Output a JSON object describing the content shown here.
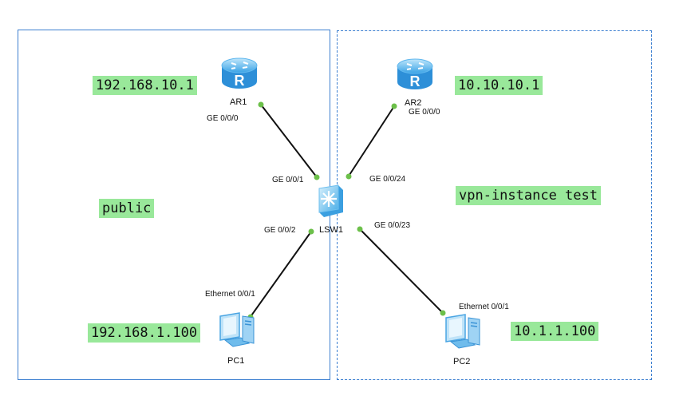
{
  "devices": {
    "ar1": {
      "name": "AR1",
      "icon": "router-icon"
    },
    "ar2": {
      "name": "AR2",
      "icon": "router-icon"
    },
    "lsw1": {
      "name": "LSW1",
      "icon": "switch-icon"
    },
    "pc1": {
      "name": "PC1",
      "icon": "pc-icon"
    },
    "pc2": {
      "name": "PC2",
      "icon": "pc-icon"
    }
  },
  "ports": {
    "ar1_ge000": "GE 0/0/0",
    "ar2_ge000": "GE 0/0/0",
    "lsw1_ge001": "GE 0/0/1",
    "lsw1_ge0024": "GE 0/0/24",
    "lsw1_ge002": "GE 0/0/2",
    "lsw1_ge0023": "GE 0/0/23",
    "pc1_eth001": "Ethernet 0/0/1",
    "pc2_eth001": "Ethernet 0/0/1"
  },
  "labels": {
    "ar1_ip": "192.168.10.1",
    "ar2_ip": "10.10.10.1",
    "left_zone": "public",
    "right_zone": "vpn-instance test",
    "pc1_ip": "192.168.1.100",
    "pc2_ip": "10.1.1.100"
  },
  "colors": {
    "zone_border": "#3c7fd0",
    "label_bg": "#99e89a",
    "link": "#111111",
    "port_dot": "#6cc04a"
  }
}
